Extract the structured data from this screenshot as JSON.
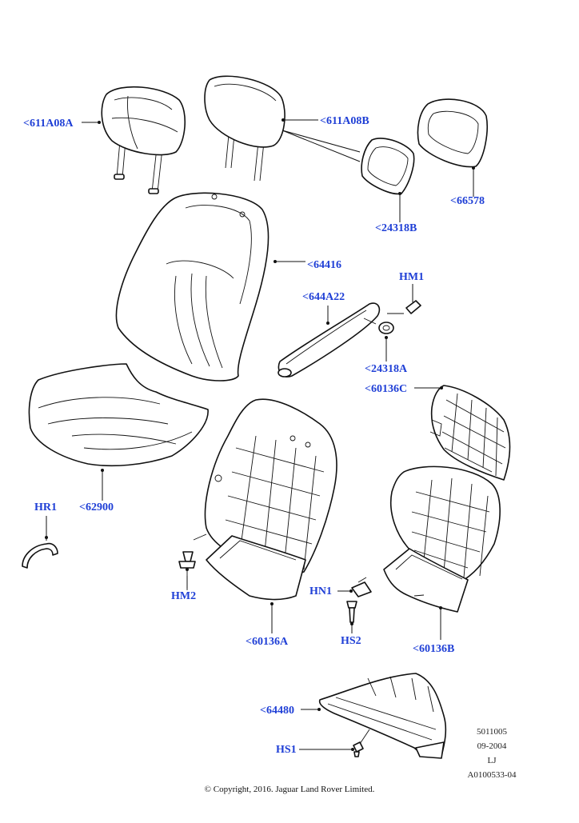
{
  "callouts": {
    "c611a08a": "<611A08A",
    "c611a08b": "<611A08B",
    "c66578": "<66578",
    "c24318b": "<24318B",
    "c64416": "<64416",
    "hm1": "HM1",
    "c644a22": "<644A22",
    "c24318a": "<24318A",
    "c60136c": "<60136C",
    "c62900": "<62900",
    "hr1": "HR1",
    "hm2": "HM2",
    "hn1": "HN1",
    "c60136a": "<60136A",
    "hs2": "HS2",
    "c60136b": "<60136B",
    "c64480": "<64480",
    "hs1": "HS1"
  },
  "drawing_info": {
    "number": "5011005",
    "date": "09-2004",
    "initials": "LJ",
    "ref": "A0100533-04"
  },
  "copyright": "© Copyright, 2016. Jaguar Land Rover Limited.",
  "colors": {
    "callout": "#1f3fd6",
    "line": "#111111",
    "background": "#ffffff"
  }
}
